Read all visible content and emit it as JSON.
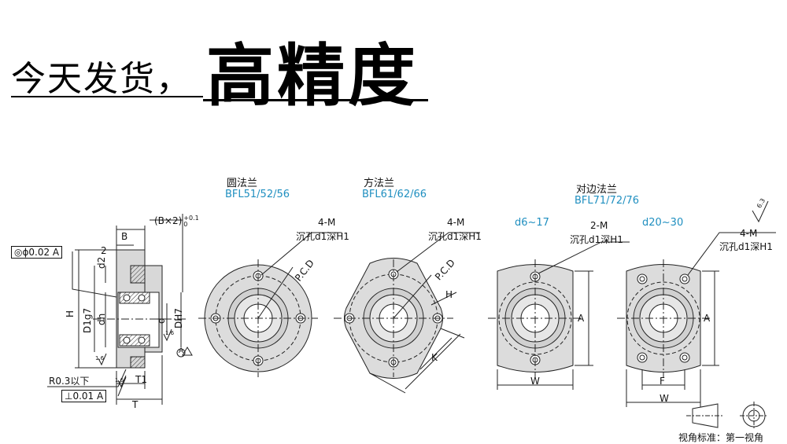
{
  "banner": {
    "small_text": "今天发货，",
    "big_text": "高精度"
  },
  "side_view": {
    "tolerance_coax": "◎ϕ0.02 A",
    "tolerance_perp": "⊥0.01 A",
    "dim_B": "B",
    "dim_Bx2": "(B×2)",
    "dim_Bx2_tol_upper": "+0.1",
    "dim_Bx2_tol_lower": "0",
    "dim_2": "2",
    "dim_d2": "d2",
    "dim_H": "H",
    "dim_D1": "D1g7",
    "dim_dh": "dh",
    "dim_d": "d",
    "dim_DH7": "DH7",
    "dim_T1": "T1",
    "dim_T": "T",
    "chamfer": "R0.3以下",
    "rough_1": "1.6",
    "rough_2": "1.6",
    "rough_3": "1.6",
    "datum_A": "A"
  },
  "views": {
    "round": {
      "caption": "圆法兰",
      "code": "BFL51/52/56",
      "hole_label": "4-M",
      "hole_desc": "沉孔d1深H1",
      "pcd": "P.C.D"
    },
    "square": {
      "caption": "方法兰",
      "code": "BFL61/62/66",
      "hole_label": "4-M",
      "hole_desc": "沉孔d1深H1",
      "pcd": "P.C.D",
      "dim_H": "H",
      "dim_K": "K"
    },
    "opposite": {
      "caption": "对边法兰",
      "code": "BFL71/72/76",
      "small": {
        "range": "d6~17",
        "hole_label": "2-M",
        "hole_desc": "沉孔d1深H1",
        "dim_A": "A",
        "dim_W": "W"
      },
      "large": {
        "range": "d20~30",
        "hole_label": "4-M",
        "hole_desc": "沉孔d1深H1",
        "dim_A": "A",
        "dim_F": "F",
        "dim_W": "W"
      }
    }
  },
  "surface_roughness": "6.3",
  "projection": {
    "label": "视角标准：第一视角"
  },
  "colors": {
    "accent": "#1f8fc0",
    "part_fill": "#dcdcdc",
    "line": "#222222"
  }
}
